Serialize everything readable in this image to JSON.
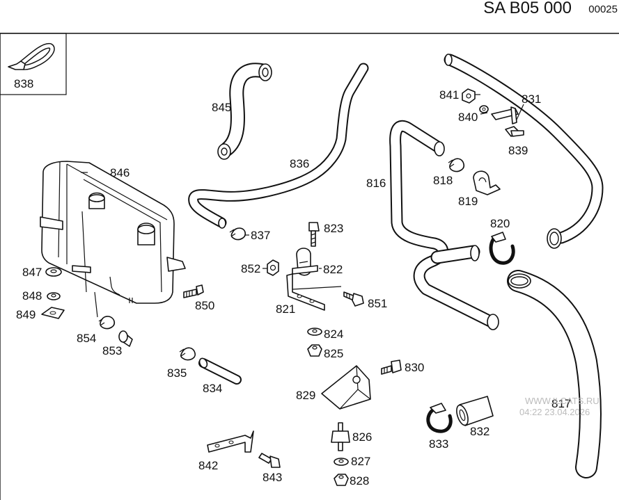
{
  "header": {
    "diagram_code": "SA B05 000",
    "sheet_number": "00025"
  },
  "watermark": {
    "site": "WWW.ILCATS.RU",
    "timestamp": "04:22 23.04.2026"
  },
  "parts": {
    "p816": "816",
    "p817": "817",
    "p818": "818",
    "p819": "819",
    "p820": "820",
    "p821": "821",
    "p822": "822",
    "p823": "823",
    "p824": "824",
    "p825": "825",
    "p826": "826",
    "p827": "827",
    "p828": "828",
    "p829": "829",
    "p830": "830",
    "p831": "831",
    "p832": "832",
    "p833": "833",
    "p834": "834",
    "p835": "835",
    "p836": "836",
    "p837": "837",
    "p838": "838",
    "p839": "839",
    "p840": "840",
    "p841": "841",
    "p842": "842",
    "p843": "843",
    "p845": "845",
    "p846": "846",
    "p847": "847",
    "p848": "848",
    "p849": "849",
    "p850": "850",
    "p851": "851",
    "p852": "852",
    "p853": "853",
    "p854": "854"
  }
}
